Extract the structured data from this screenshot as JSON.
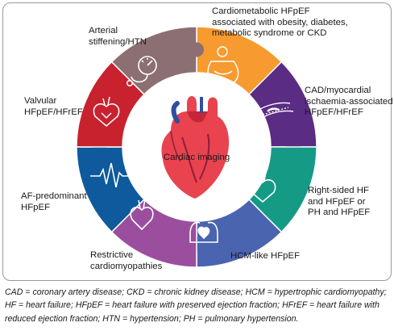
{
  "figure": {
    "center_label": "Cardiac imaging",
    "segments": [
      {
        "key": "cardiometabolic",
        "label": "Cardiometabolic HFpEF\nassociated with obesity, diabetes,\nmetabolic syndrome or CKD",
        "color": "#F79A2F",
        "icon": "obese-figure-icon"
      },
      {
        "key": "cad",
        "label": "CAD/myocardial\nischaemia-associated\nHFpEF/HFrEF",
        "color": "#5B2C83",
        "icon": "artery-plaque-icon"
      },
      {
        "key": "right-sided",
        "label": "Right-sided HF\nand HFpEF or\nPH and HFpEF",
        "color": "#159A86",
        "icon": "heart-outline-icon"
      },
      {
        "key": "hcm",
        "label": "HCM-like HFpEF",
        "color": "#4A64B0",
        "icon": "chest-heart-icon"
      },
      {
        "key": "restrictive",
        "label": "Restrictive\ncardiomyopathies",
        "color": "#9B4E9E",
        "icon": "heart-outline-icon"
      },
      {
        "key": "af",
        "label": "AF-predominant\nHFpEF",
        "color": "#0F5A9C",
        "icon": "ecg-wave-icon"
      },
      {
        "key": "valvular",
        "label": "Valvular\nHFpEF/HFrEF",
        "color": "#C8222F",
        "icon": "heart-valve-icon"
      },
      {
        "key": "arterial",
        "label": "Arterial\nstiffening/HTN",
        "color": "#8C6F72",
        "icon": "blood-pressure-gauge-icon"
      }
    ]
  },
  "footnote": "CAD = coronary artery disease; CKD = chronic kidney disease; HCM = hypertrophic cardiomyopathy; HF = heart failure; HFpEF = heart failure with preserved ejection fraction; HFrEF = heart failure with reduced ejection fraction; HTN = hypertension; PH = pulmonary hypertension."
}
